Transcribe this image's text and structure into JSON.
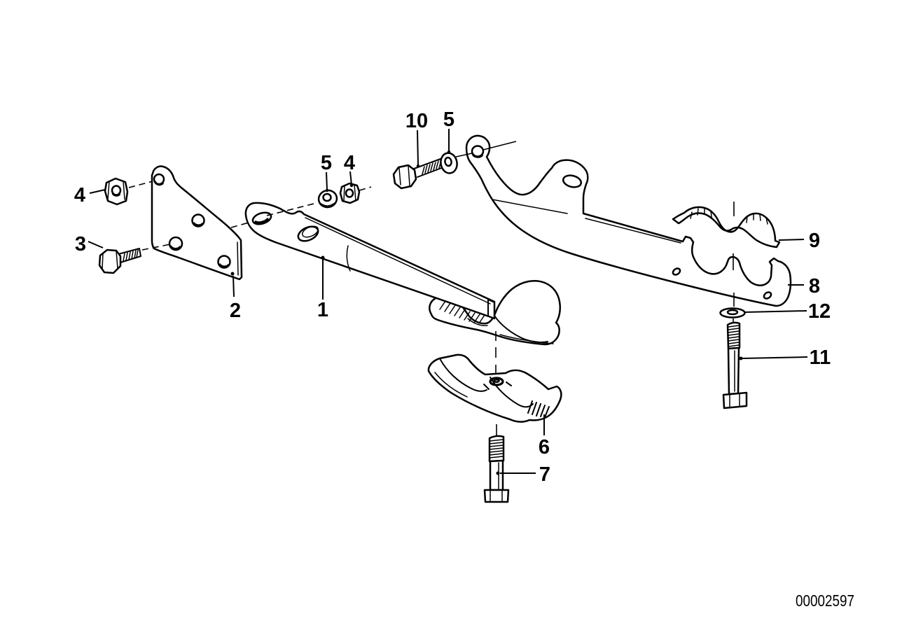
{
  "diagram": {
    "drawing_number": "00002597",
    "line_color": "#000000",
    "background_color": "#ffffff",
    "callouts": [
      {
        "label": "4",
        "points_to": "hex-nut-left-bracket"
      },
      {
        "label": "3",
        "points_to": "hex-bolt-left-bracket"
      },
      {
        "label": "2",
        "points_to": "mounting-bracket-plate"
      },
      {
        "label": "5",
        "points_to": "washer-support-arm"
      },
      {
        "label": "4",
        "points_to": "hex-nut-support-arm"
      },
      {
        "label": "1",
        "points_to": "support-arm"
      },
      {
        "label": "10",
        "points_to": "hex-bolt-rail-bracket"
      },
      {
        "label": "5",
        "points_to": "washer-rail-bracket"
      },
      {
        "label": "9",
        "points_to": "upper-clamping-shell"
      },
      {
        "label": "8",
        "points_to": "rail-bracket"
      },
      {
        "label": "12",
        "points_to": "washer-clamp-bolt"
      },
      {
        "label": "11",
        "points_to": "clamp-bolt-long"
      },
      {
        "label": "6",
        "points_to": "lower-clamping-shell"
      },
      {
        "label": "7",
        "points_to": "clamp-bolt-lower-shell"
      }
    ]
  }
}
